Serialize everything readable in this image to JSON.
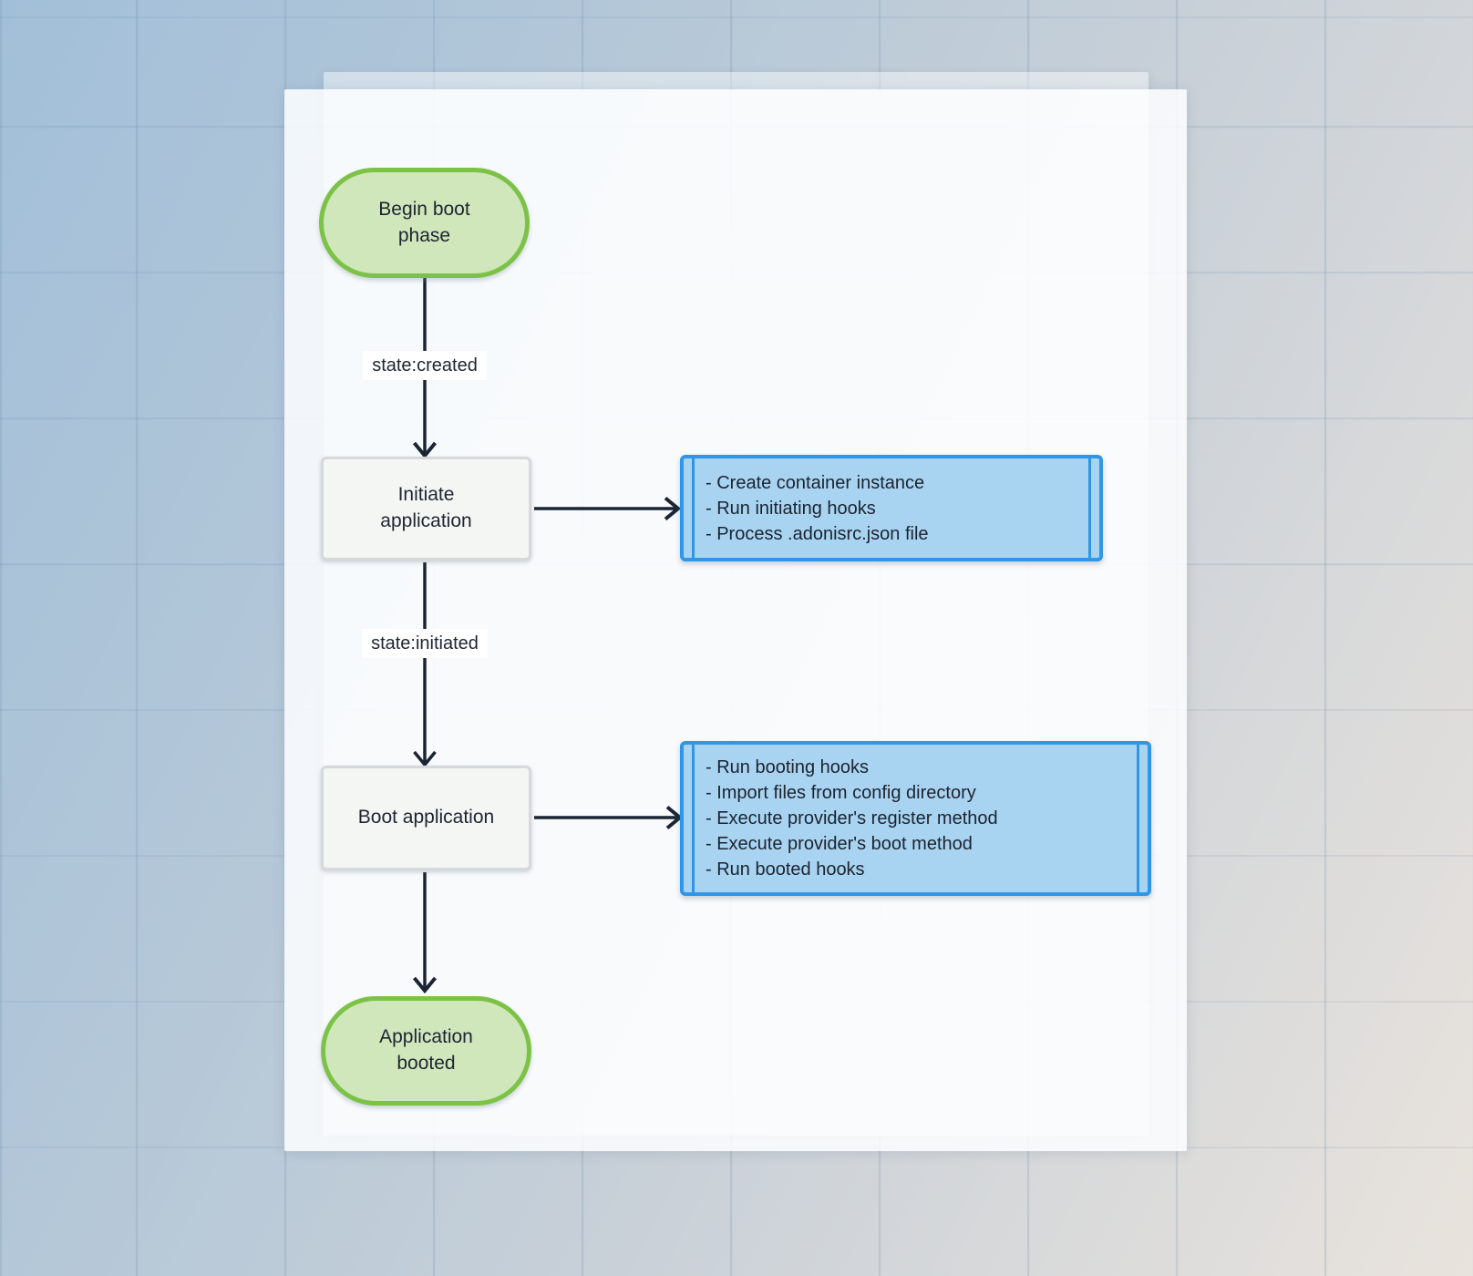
{
  "diagram": {
    "start_node": {
      "label": "Begin boot\nphase"
    },
    "edge_created": {
      "label": "state:created"
    },
    "initiate_node": {
      "label": "Initiate\napplication"
    },
    "initiate_steps": {
      "lines": [
        "- Create container instance",
        "- Run initiating hooks",
        "- Process .adonisrc.json file"
      ]
    },
    "edge_initiated": {
      "label": "state:initiated"
    },
    "boot_node": {
      "label": "Boot application"
    },
    "boot_steps": {
      "lines": [
        "- Run booting hooks",
        "- Import files from config directory",
        "- Execute provider's register method",
        "- Execute provider's boot method",
        "- Run booted hooks"
      ]
    },
    "end_node": {
      "label": "Application\nbooted"
    },
    "colors": {
      "terminal_fill": "#cfe7bb",
      "terminal_border": "#7cc247",
      "process_fill": "#f4f6f4",
      "process_border": "#d5d9da",
      "subroutine_fill": "#a9d4f1",
      "subroutine_border": "#3096e8",
      "edge": "#1b2433"
    }
  }
}
